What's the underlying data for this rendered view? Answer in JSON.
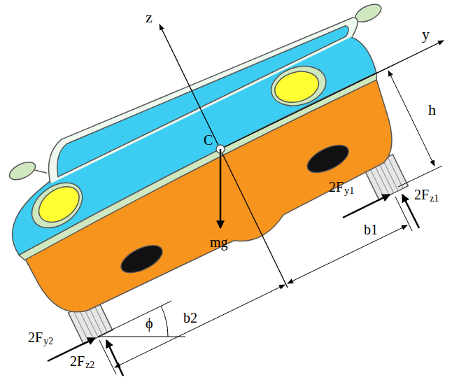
{
  "diagram": {
    "labels": [
      "z",
      "y",
      "h",
      "C",
      "mg",
      "2F",
      "y1",
      "2F",
      "z1",
      "b1",
      "b2",
      "ϕ",
      "2F",
      "y2",
      "2F",
      "z2"
    ]
  }
}
